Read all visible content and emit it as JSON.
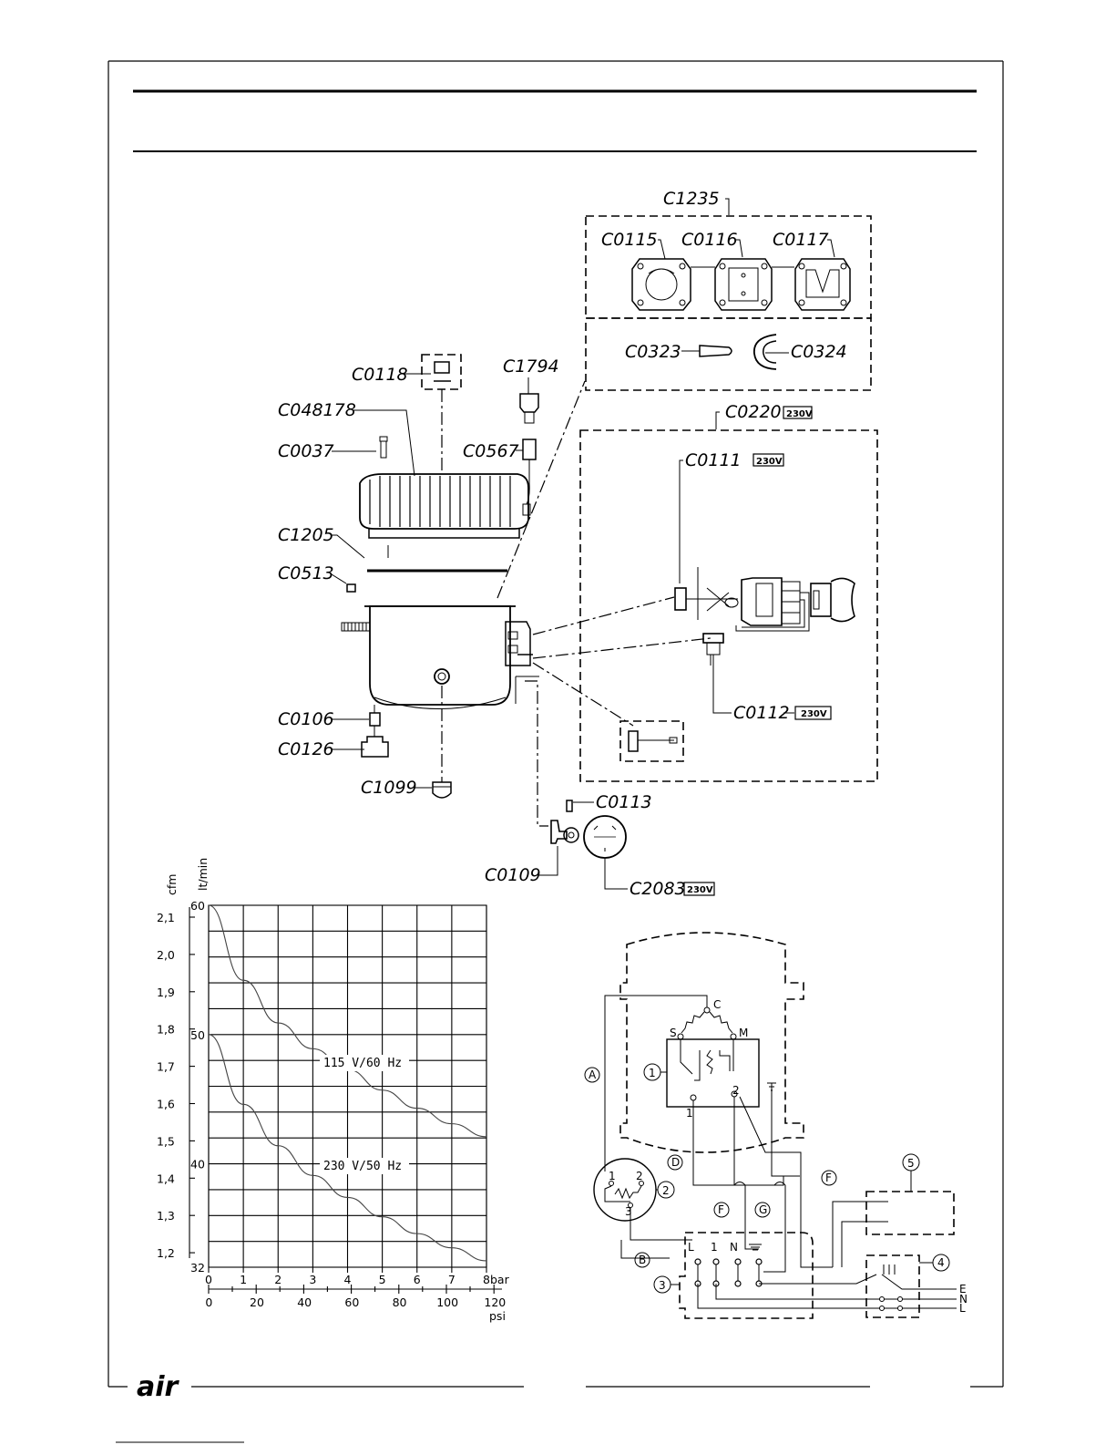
{
  "parts": {
    "c1235": "C1235",
    "c0115": "C0115",
    "c0116": "C0116",
    "c0117": "C0117",
    "c0323": "C0323",
    "c0324": "C0324",
    "c0118": "C0118",
    "c1794": "C1794",
    "c048178": "C048178",
    "c0037": "C0037",
    "c0567": "C0567",
    "c0220": "C0220",
    "c0111": "C0111",
    "c1205": "C1205",
    "c0513": "C0513",
    "c0112": "C0112",
    "c0106": "C0106",
    "c0126": "C0126",
    "c1099": "C1099",
    "c0113": "C0113",
    "c0109": "C0109",
    "c2083": "C2083"
  },
  "voltage_tag": "230V",
  "chart_data": {
    "type": "line",
    "x": [
      0,
      1,
      2,
      3,
      4,
      5,
      6,
      7,
      8
    ],
    "xlabel": "bar",
    "x2_ticks": [
      "0",
      "20",
      "40",
      "60",
      "80",
      "100",
      "120"
    ],
    "x2_label": "psi",
    "xlim": [
      0,
      8
    ],
    "y_left_label": "cfm",
    "y_left_ticks": [
      "2,1",
      "2,0",
      "1,9",
      "1,8",
      "1,7",
      "1,6",
      "1,5",
      "1,4",
      "1,3",
      "1,2"
    ],
    "y_right_label": "lt/min",
    "y_right_ticks": [
      "60",
      "50",
      "40",
      "32"
    ],
    "ylim": [
      32,
      60
    ],
    "grid": true,
    "series": [
      {
        "name": "115 V/60 Hz",
        "values": [
          60,
          54.2,
          50.9,
          48.9,
          47.3,
          45.7,
          44.3,
          43.1,
          42.1
        ]
      },
      {
        "name": "230 V/50 Hz",
        "values": [
          50,
          44.6,
          41.4,
          39.1,
          37.4,
          35.9,
          34.6,
          33.5,
          32.5
        ]
      }
    ]
  },
  "wiring": {
    "terminals": [
      "C",
      "S",
      "M",
      "1",
      "2",
      "3",
      "L",
      "N",
      "E"
    ],
    "wires": [
      "A",
      "B",
      "D",
      "F",
      "G"
    ],
    "components": [
      "1",
      "2",
      "3",
      "4",
      "5"
    ]
  },
  "brand": "air"
}
